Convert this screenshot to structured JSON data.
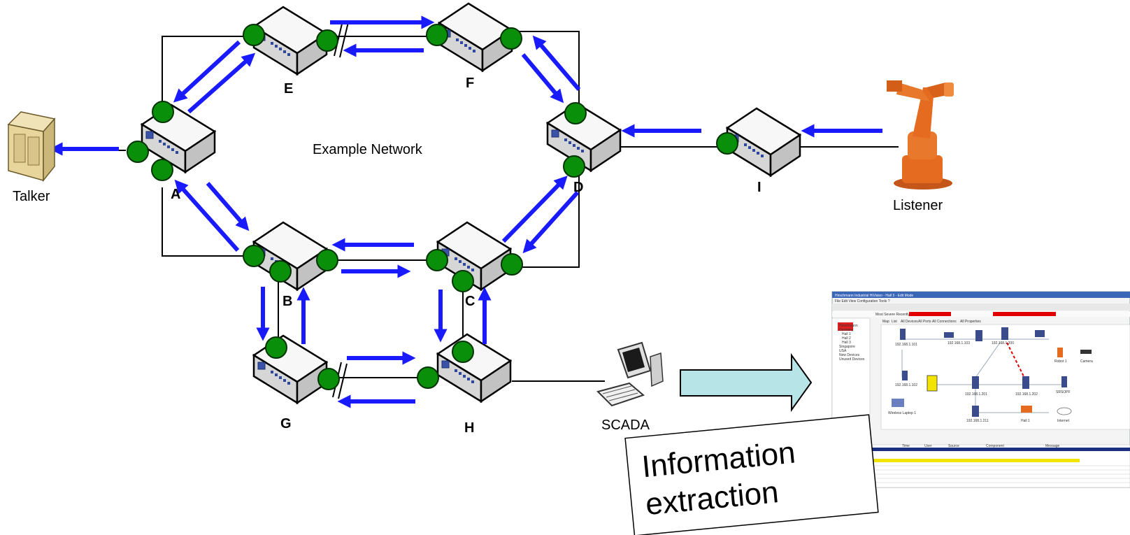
{
  "diagram": {
    "network_label": "Example Network",
    "talker_label": "Talker",
    "listener_label": "Listener",
    "scada_label": "SCADA",
    "callout_line1": "Information",
    "callout_line2": "extraction",
    "switches": [
      {
        "id": "A",
        "label": "A"
      },
      {
        "id": "E",
        "label": "E"
      },
      {
        "id": "F",
        "label": "F"
      },
      {
        "id": "D",
        "label": "D"
      },
      {
        "id": "I",
        "label": "I"
      },
      {
        "id": "B",
        "label": "B"
      },
      {
        "id": "C",
        "label": "C"
      },
      {
        "id": "G",
        "label": "G"
      },
      {
        "id": "H",
        "label": "H"
      }
    ],
    "colors": {
      "arrow": "#1a1aff",
      "port": "#0a8f0a",
      "switch_body": "#ececec",
      "robot": "#e46b1f",
      "block_arrow": "#b7e4e7"
    },
    "screenshot": {
      "title": "Hirschmann Industrial HiVision - Hall 3 - Edit Mode",
      "menu": "File  Edit  View  Configuration  Tools  ?",
      "events_status": "Most Severe Recently",
      "tree": [
        "Hirschmann",
        "Germany",
        "Hall 1",
        "Hall 2",
        "Hall 3",
        "Singapore",
        "USA",
        "New Devices",
        "Unused Devices"
      ],
      "tabs": [
        "Map",
        "List",
        "All Devices",
        "All Ports",
        "All Connections",
        "All Properties"
      ],
      "devices": [
        "192.168.1.101",
        "192.168.1.102",
        "192.168.1.103",
        "192.168.1.200",
        "192.168.1.201",
        "192.168.1.202",
        "192.168.1.211",
        "Robot 1",
        "Camera",
        "Hall 1",
        "Internet",
        "Wireless Laptop 1",
        "SRSOPF"
      ],
      "event_columns": [
        "Time",
        "User",
        "Source",
        "Component",
        "Message"
      ]
    }
  }
}
